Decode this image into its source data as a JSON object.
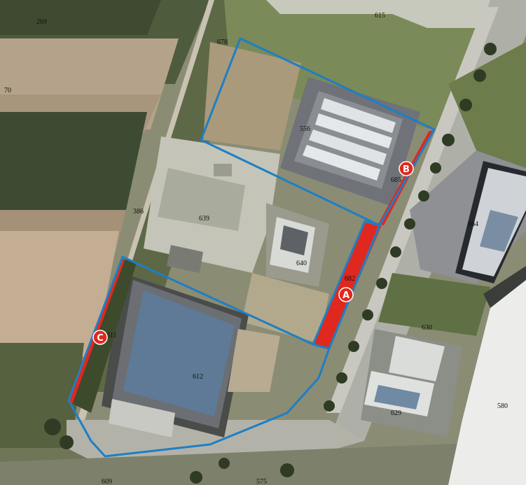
{
  "map": {
    "parcel_labels": [
      "269",
      "70",
      "615",
      "678",
      "556",
      "685",
      "664",
      "386",
      "639",
      "640",
      "682",
      "630",
      "611",
      "612",
      "629",
      "580",
      "609",
      "575"
    ],
    "markers": [
      {
        "letter": "A"
      },
      {
        "letter": "B"
      },
      {
        "letter": "C"
      }
    ],
    "colors": {
      "outline": "#1d7fc4",
      "highlight": "#e0281e",
      "marker_fill": "#e0281e",
      "marker_text": "#ffffff"
    }
  }
}
